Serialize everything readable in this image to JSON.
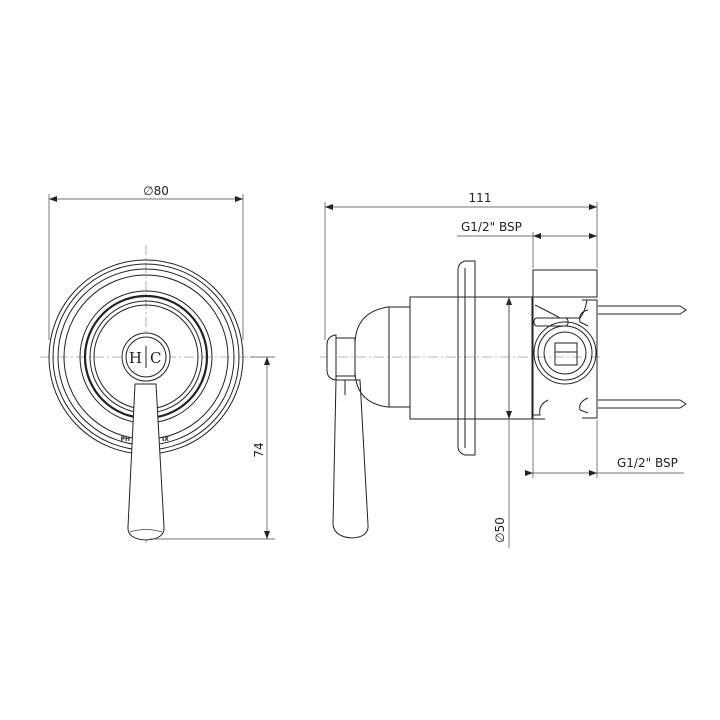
{
  "front_view": {
    "diameter_label": "∅80",
    "height_label": "74",
    "knob_hot": "H",
    "knob_cold": "C",
    "logo": "PHOENIX"
  },
  "side_view": {
    "depth_label": "111",
    "inlet_top_label": "G1/2\" BSP",
    "inlet_bottom_label": "G1/2\" BSP",
    "body_diameter_label": "∅50"
  }
}
